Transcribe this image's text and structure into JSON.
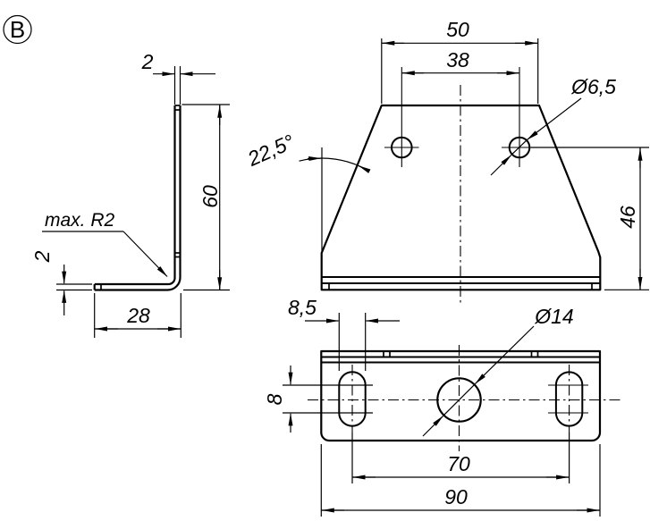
{
  "drawing": {
    "view_label": "B",
    "side_view": {
      "thickness_top": "2",
      "height": "60",
      "radius_note": "max. R2",
      "thickness_bottom": "2",
      "depth": "28"
    },
    "front_view": {
      "width": "50",
      "hole_spacing": "38",
      "hole_diameter": "Ø6,5",
      "angle": "22,5°",
      "height_to_hole": "46"
    },
    "bottom_view": {
      "slot_width": "8,5",
      "slot_center_distance": "8",
      "center_hole_diameter": "Ø14",
      "slot_spacing": "70",
      "width": "90"
    }
  }
}
